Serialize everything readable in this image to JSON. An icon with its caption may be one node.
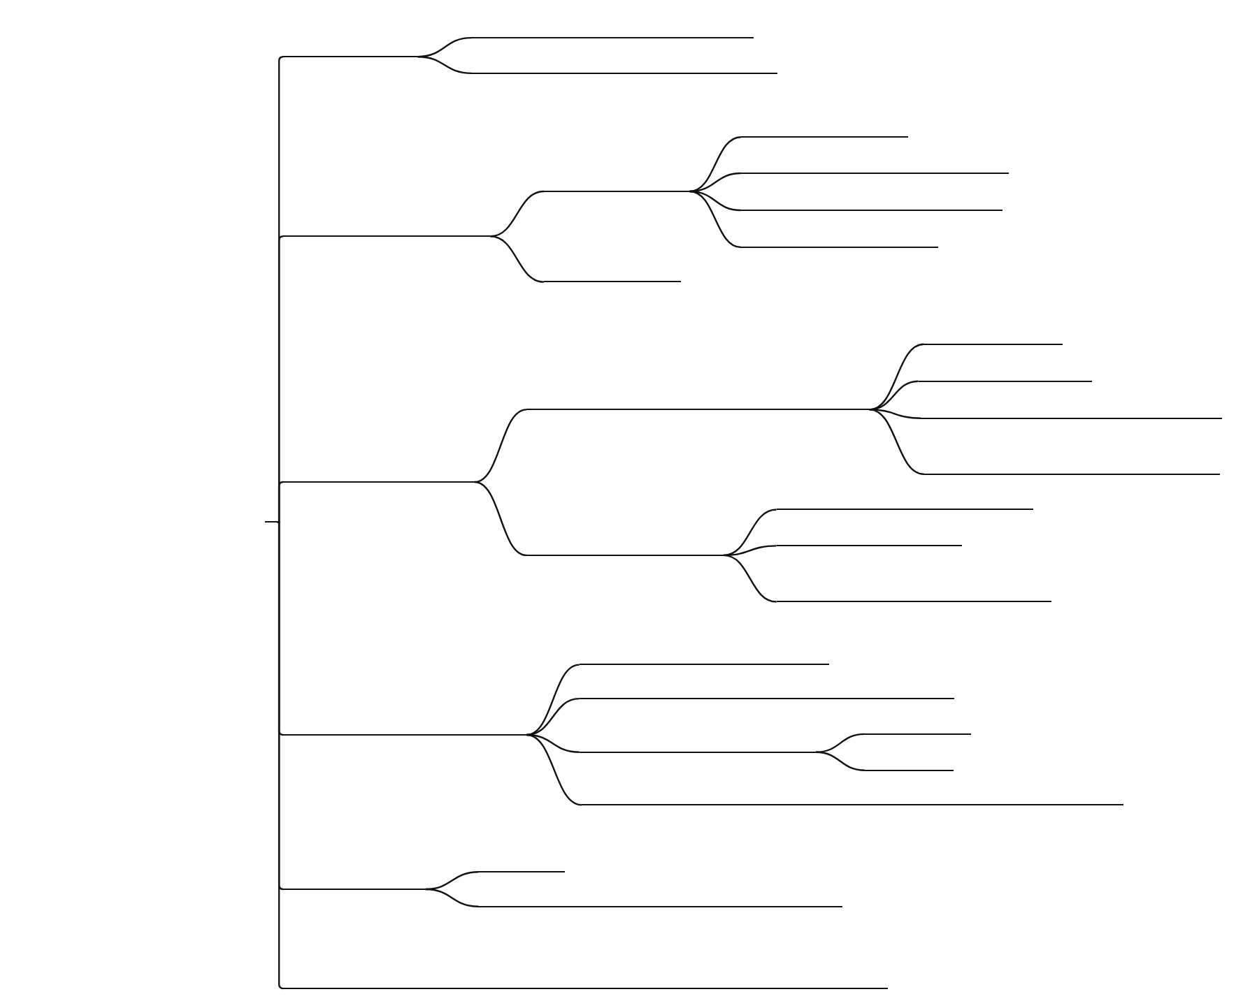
{
  "diagram": {
    "nodes": [
      {
        "text": [],
        "shape": "line"
      },
      {
        "text": [],
        "shape": "line"
      },
      {
        "text": [],
        "shape": "line"
      },
      {
        "text": [],
        "shape": "line"
      },
      {
        "text": [],
        "shape": "line"
      },
      {
        "text": [],
        "shape": "line"
      },
      {
        "text": [],
        "shape": "line"
      },
      {
        "text": [],
        "shape": "line"
      },
      {
        "text": [],
        "shape": "line"
      },
      {
        "text": [],
        "shape": "line"
      },
      {
        "text": [],
        "shape": "line"
      },
      {
        "text": [],
        "shape": "line"
      },
      {
        "text": [],
        "shape": "line"
      },
      {
        "text": [],
        "shape": "line"
      },
      {
        "text": [],
        "shape": "line"
      },
      {
        "text": [],
        "shape": "line"
      },
      {
        "text": [],
        "shape": "line"
      },
      {
        "text": [],
        "shape": "line"
      },
      {
        "text": [],
        "shape": "line"
      },
      {
        "text": [],
        "shape": "line"
      },
      {
        "text": [],
        "shape": "line"
      },
      {
        "text": [],
        "shape": "line"
      },
      {
        "text": [],
        "shape": "line"
      },
      {
        "text": [],
        "shape": "line"
      },
      {
        "text": [],
        "shape": "line"
      },
      {
        "text": [],
        "shape": "line"
      },
      {
        "text": [],
        "shape": "line"
      },
      {
        "text": [],
        "shape": "line"
      },
      {
        "text": [],
        "shape": "line"
      },
      {
        "text": [],
        "shape": "line"
      },
      {
        "text": [],
        "shape": "line"
      },
      {
        "text": [],
        "shape": "line"
      }
    ],
    "edges": [
      {
        "from": 0,
        "to": 1,
        "arrow": "none"
      },
      {
        "from": 0,
        "to": 4,
        "arrow": "none"
      },
      {
        "from": 0,
        "to": 11,
        "arrow": "none"
      },
      {
        "from": 0,
        "to": 21,
        "arrow": "none"
      },
      {
        "from": 0,
        "to": 28,
        "arrow": "none"
      },
      {
        "from": 0,
        "to": 31,
        "arrow": "none"
      },
      {
        "from": 1,
        "to": 2,
        "arrow": "none"
      },
      {
        "from": 1,
        "to": 3,
        "arrow": "none"
      },
      {
        "from": 4,
        "to": 5,
        "arrow": "none"
      },
      {
        "from": 4,
        "to": 10,
        "arrow": "none"
      },
      {
        "from": 5,
        "to": 6,
        "arrow": "none"
      },
      {
        "from": 5,
        "to": 7,
        "arrow": "none"
      },
      {
        "from": 5,
        "to": 8,
        "arrow": "none"
      },
      {
        "from": 5,
        "to": 9,
        "arrow": "none"
      },
      {
        "from": 11,
        "to": 12,
        "arrow": "none"
      },
      {
        "from": 11,
        "to": 17,
        "arrow": "none"
      },
      {
        "from": 12,
        "to": 13,
        "arrow": "none"
      },
      {
        "from": 12,
        "to": 14,
        "arrow": "none"
      },
      {
        "from": 12,
        "to": 15,
        "arrow": "none"
      },
      {
        "from": 12,
        "to": 16,
        "arrow": "none"
      },
      {
        "from": 17,
        "to": 18,
        "arrow": "none"
      },
      {
        "from": 17,
        "to": 19,
        "arrow": "none"
      },
      {
        "from": 17,
        "to": 20,
        "arrow": "none"
      },
      {
        "from": 21,
        "to": 22,
        "arrow": "none"
      },
      {
        "from": 21,
        "to": 23,
        "arrow": "none"
      },
      {
        "from": 21,
        "to": 24,
        "arrow": "none"
      },
      {
        "from": 21,
        "to": 27,
        "arrow": "none"
      },
      {
        "from": 24,
        "to": 25,
        "arrow": "none"
      },
      {
        "from": 24,
        "to": 26,
        "arrow": "none"
      },
      {
        "from": 28,
        "to": 29,
        "arrow": "none"
      },
      {
        "from": 28,
        "to": 30,
        "arrow": "none"
      }
    ]
  }
}
